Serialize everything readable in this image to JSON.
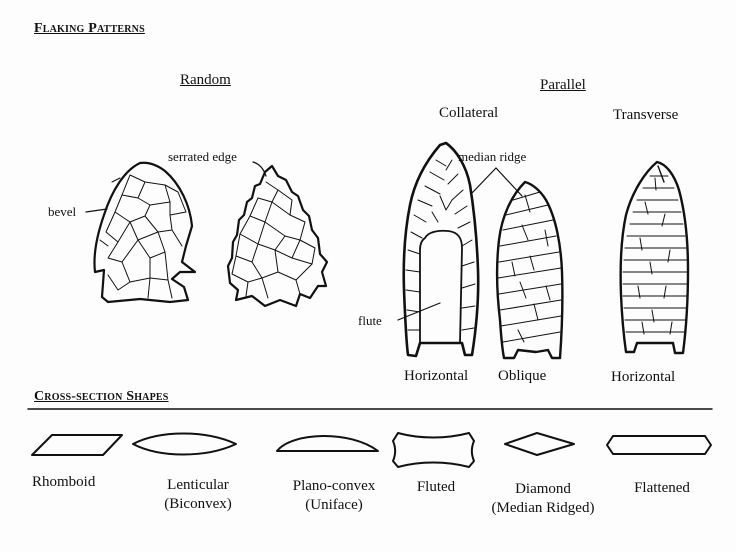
{
  "flaking": {
    "title": "Flaking Patterns",
    "random_heading": "Random",
    "parallel_heading": "Parallel",
    "collateral_heading": "Collateral",
    "transverse_heading": "Transverse",
    "callouts": {
      "bevel": "bevel",
      "serrated_edge": "serrated edge",
      "median_ridge": "median ridge",
      "flute": "flute"
    },
    "points": [
      {
        "label": ""
      },
      {
        "label": ""
      },
      {
        "label": "Horizontal"
      },
      {
        "label": "Oblique"
      },
      {
        "label": "Horizontal"
      }
    ]
  },
  "cross_section": {
    "title": "Cross-section Shapes",
    "shapes": [
      {
        "line1": "Rhomboid",
        "line2": ""
      },
      {
        "line1": "Lenticular",
        "line2": "(Biconvex)"
      },
      {
        "line1": "Plano-convex",
        "line2": "(Uniface)"
      },
      {
        "line1": "Fluted",
        "line2": ""
      },
      {
        "line1": "Diamond",
        "line2": "(Median Ridged)"
      },
      {
        "line1": "Flattened",
        "line2": ""
      }
    ]
  },
  "colors": {
    "ink": "#111111",
    "paper": "#fdfdfd"
  }
}
